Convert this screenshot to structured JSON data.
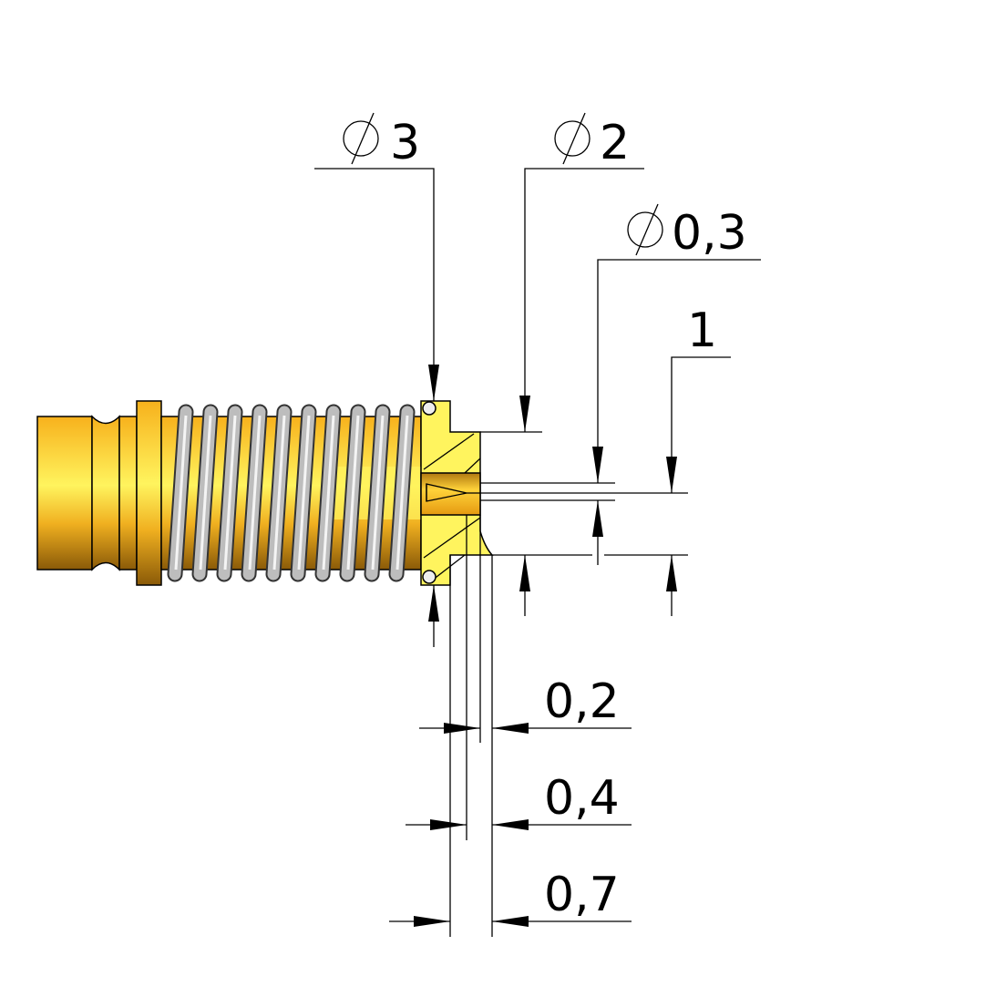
{
  "drawing": {
    "colors": {
      "brass": "#f5b722",
      "section": "#fff45e",
      "spring": "#a8a8a8"
    },
    "dimensions": {
      "d_outer": {
        "symbol": "diameter-icon",
        "value": "3"
      },
      "d_step": {
        "symbol": "diameter-icon",
        "value": "2"
      },
      "d_bore": {
        "symbol": "diameter-icon",
        "value": "0,3"
      },
      "height": {
        "value": "1"
      },
      "len_a": {
        "value": "0,2"
      },
      "len_b": {
        "value": "0,4"
      },
      "len_c": {
        "value": "0,7"
      }
    }
  }
}
